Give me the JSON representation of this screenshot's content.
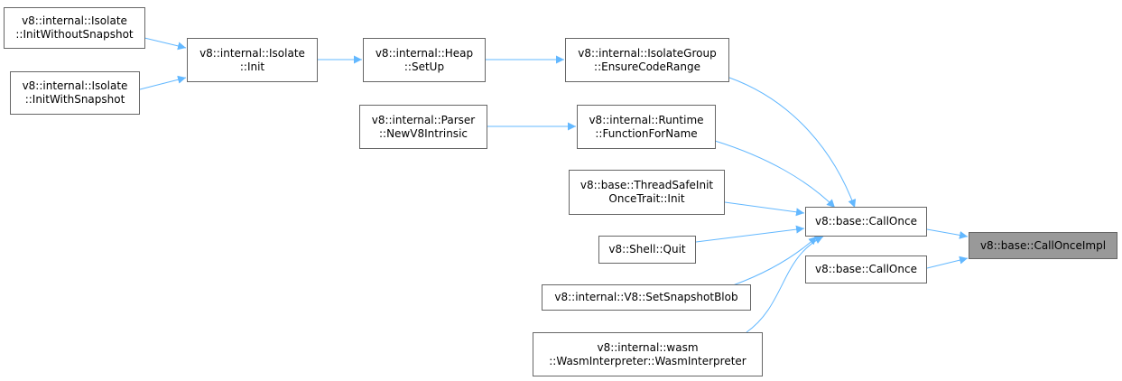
{
  "colors": {
    "edge": "#63b8ff",
    "node_border": "#666666",
    "node_fill": "#ffffff",
    "target_fill": "#999999"
  },
  "nodes": {
    "iso_init_without": {
      "lines": [
        "v8::internal::Isolate",
        "::InitWithoutSnapshot"
      ]
    },
    "iso_init_with": {
      "lines": [
        "v8::internal::Isolate",
        "::InitWithSnapshot"
      ]
    },
    "iso_init": {
      "lines": [
        "v8::internal::Isolate",
        "::Init"
      ]
    },
    "heap_setup": {
      "lines": [
        "v8::internal::Heap",
        "::SetUp"
      ]
    },
    "ensure_code_range": {
      "lines": [
        "v8::internal::IsolateGroup",
        "::EnsureCodeRange"
      ]
    },
    "parser_new_v8": {
      "lines": [
        "v8::internal::Parser",
        "::NewV8Intrinsic"
      ]
    },
    "runtime_fn_name": {
      "lines": [
        "v8::internal::Runtime",
        "::FunctionForName"
      ]
    },
    "threadsafe_init": {
      "lines": [
        "v8::base::ThreadSafeInit",
        "OnceTrait::Init"
      ]
    },
    "shell_quit": {
      "lines": [
        "v8::Shell::Quit"
      ]
    },
    "set_snapshot_blob": {
      "lines": [
        "v8::internal::V8::SetSnapshotBlob"
      ]
    },
    "wasm_interpreter": {
      "lines": [
        "v8::internal::wasm",
        "::WasmInterpreter::WasmInterpreter"
      ]
    },
    "call_once_1": {
      "lines": [
        "v8::base::CallOnce"
      ]
    },
    "call_once_2": {
      "lines": [
        "v8::base::CallOnce"
      ]
    },
    "call_once_impl": {
      "lines": [
        "v8::base::CallOnceImpl"
      ]
    }
  },
  "edges": [
    [
      "iso_init_without",
      "iso_init"
    ],
    [
      "iso_init_with",
      "iso_init"
    ],
    [
      "iso_init",
      "heap_setup"
    ],
    [
      "heap_setup",
      "ensure_code_range"
    ],
    [
      "ensure_code_range",
      "call_once_1"
    ],
    [
      "parser_new_v8",
      "runtime_fn_name"
    ],
    [
      "runtime_fn_name",
      "call_once_1"
    ],
    [
      "threadsafe_init",
      "call_once_1"
    ],
    [
      "shell_quit",
      "call_once_1"
    ],
    [
      "set_snapshot_blob",
      "call_once_1"
    ],
    [
      "wasm_interpreter",
      "call_once_1"
    ],
    [
      "call_once_1",
      "call_once_impl"
    ],
    [
      "call_once_2",
      "call_once_impl"
    ]
  ]
}
